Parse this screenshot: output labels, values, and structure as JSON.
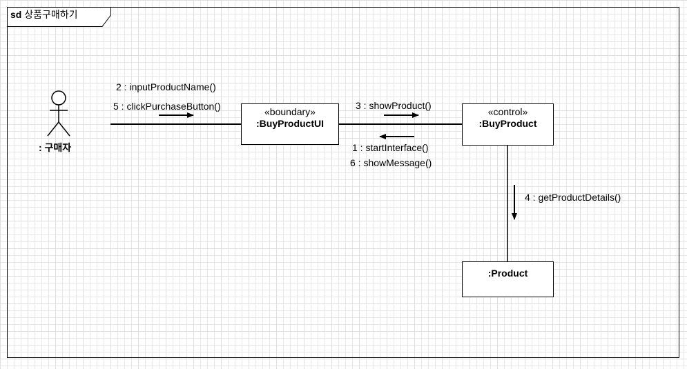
{
  "frame": {
    "keyword": "sd",
    "title": "상품구매하기"
  },
  "actor": {
    "label": ": 구매자"
  },
  "objects": {
    "buy_product_ui": {
      "stereotype": "«boundary»",
      "name": ":BuyProductUI"
    },
    "buy_product": {
      "stereotype": "«control»",
      "name": ":BuyProduct"
    },
    "product": {
      "name": ":Product"
    }
  },
  "messages": {
    "input_product_name": "2 : inputProductName()",
    "click_purchase_button": "5 : clickPurchaseButton()",
    "show_product": "3 : showProduct()",
    "start_interface": "1 : startInterface()",
    "show_message": "6 : showMessage()",
    "get_product_details": "4 : getProductDetails()"
  }
}
